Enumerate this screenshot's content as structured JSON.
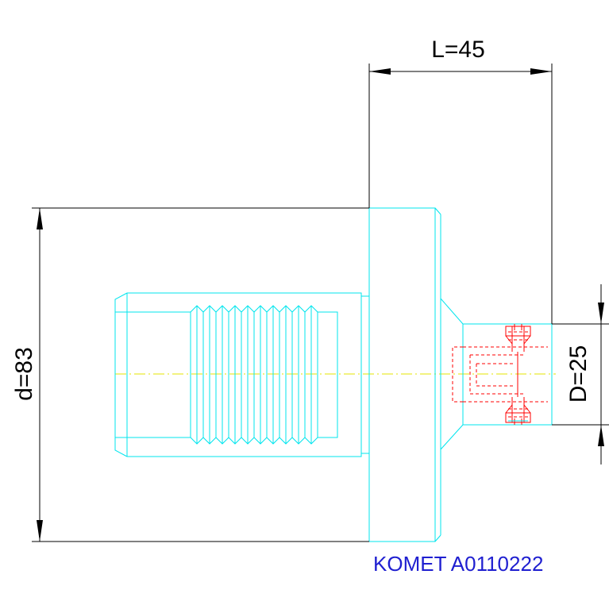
{
  "dimensions": {
    "length": "L=45",
    "outer_diameter": "d=83",
    "inner_diameter": "D=25"
  },
  "part_number": "KOMET A0110222",
  "colors": {
    "outline": "#00e5ee",
    "dimension": "#000000",
    "hidden_detail": "#ff0000",
    "centerline": "#e6e600",
    "part_number": "#1f1fd0"
  }
}
